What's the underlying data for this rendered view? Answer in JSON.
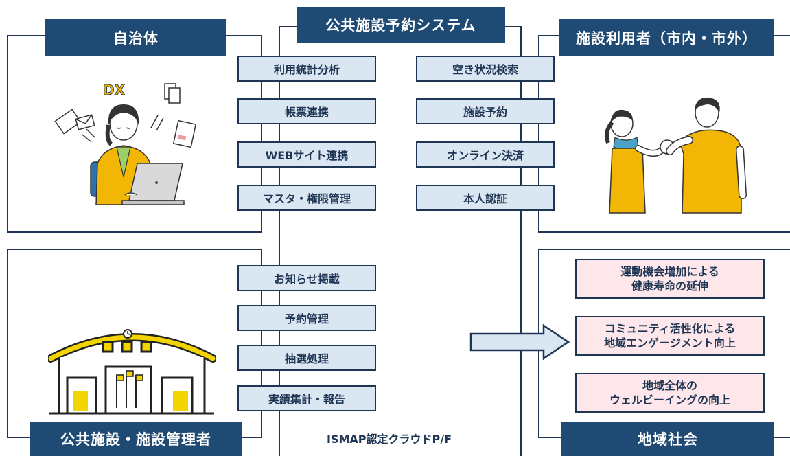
{
  "system": {
    "title": "公共施設予約システム",
    "left_functions": [
      "利用統計分析",
      "帳票連携",
      "WEBサイト連携",
      "マスタ・権限管理"
    ],
    "right_functions": [
      "空き状況検索",
      "施設予約",
      "オンライン決済",
      "本人認証"
    ],
    "lower_functions": [
      "お知らせ掲載",
      "予約管理",
      "抽選処理",
      "実績集計・報告"
    ],
    "platform": "ISMAP認定クラウドP/F"
  },
  "municipality": {
    "title": "自治体",
    "badge": "DX"
  },
  "users": {
    "title": "施設利用者（市内・市外）"
  },
  "facility_managers": {
    "title": "公共施設・施設管理者"
  },
  "community": {
    "title": "地域社会",
    "outcomes": [
      {
        "line1": "運動機会増加による",
        "line2": "健康寿命の延伸"
      },
      {
        "line1": "コミュニティ活性化による",
        "line2": "地域エンゲージメント向上"
      },
      {
        "line1": "地域全体の",
        "line2": "ウェルビーイングの向上"
      }
    ]
  },
  "colors": {
    "navy": "#1f4a73",
    "line": "#1f3554",
    "function_fill": "#dbe6f3",
    "outcome_fill": "#fde7ea",
    "accent_yellow": "#f2b705"
  }
}
